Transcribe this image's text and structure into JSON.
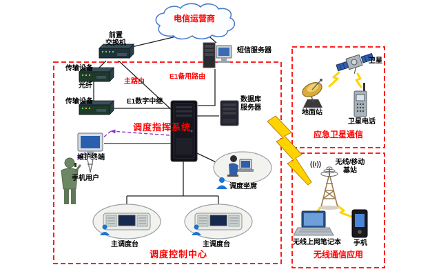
{
  "colors": {
    "box_border_red": "#ff0000",
    "title_red": "#ff0000",
    "line_black": "#222222",
    "line_green": "#0a8a0a",
    "line_purple": "#8b2fc9",
    "lightning_yellow": "#ffd300",
    "cloud_outline_blue": "#4a7cc7"
  },
  "nodes": {
    "cloud": "电信运营商",
    "front_switch": "前置\n交换机",
    "sms_server": "短信服务器",
    "transmission_top": "传输设备",
    "fiber": "光纤",
    "transmission_bottom": "传输设备",
    "route_main": "主路由",
    "route_e1_backup": "E1备用路由",
    "route_e1_trunk": "E1数字中继",
    "dispatch_system": "调度指挥系统",
    "database_server": "数据库\n服务器",
    "maintenance_terminal": "维护终端",
    "mobile_user": "手机用户",
    "dispatch_seat": "调度坐席",
    "console_left": "主调度台",
    "console_right": "主调度台",
    "control_center_title": "调度控制中心"
  },
  "satellite_section": {
    "satellite": "卫星",
    "ground_station": "地面站",
    "satellite_phone": "卫星电话",
    "title": "应急卫星通信"
  },
  "wireless_section": {
    "signal_glyph": "((ι))",
    "base_station": "无线/移动\n基站",
    "laptop": "无线上网笔记本",
    "phone": "手机",
    "title": "无线通信应用"
  }
}
